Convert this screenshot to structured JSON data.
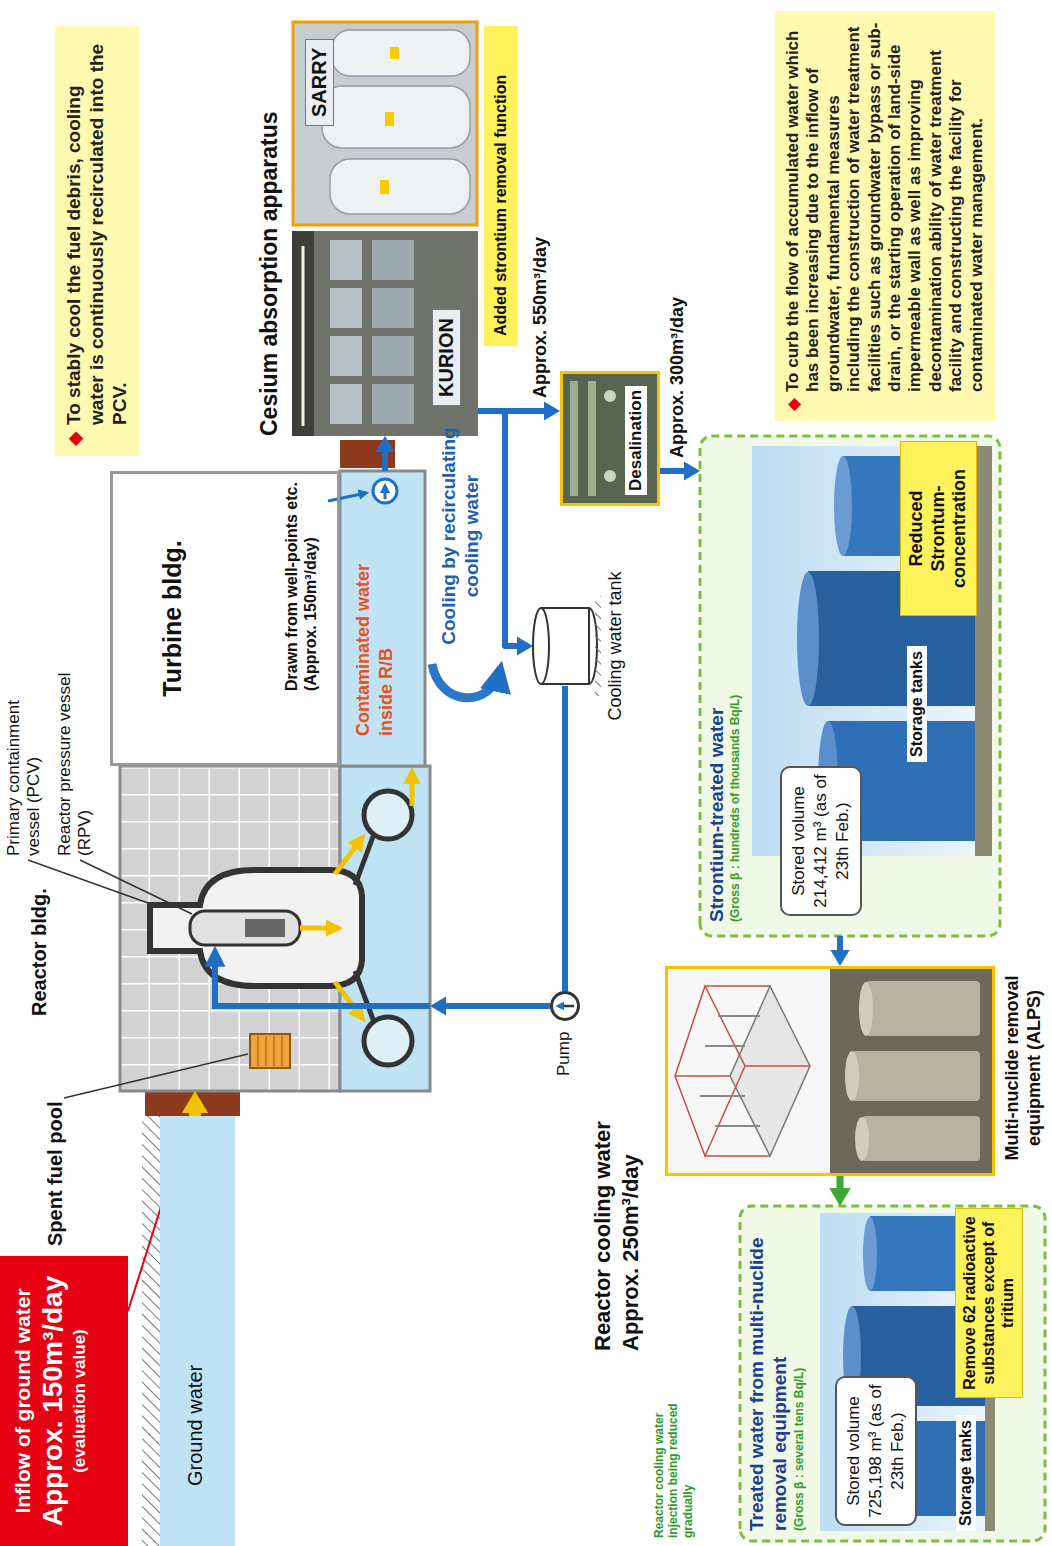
{
  "diagram": {
    "nodes": [
      {
        "text": [
          "Inflow of ground water",
          "Approx. 150m³/day",
          "(evaluation value)"
        ]
      },
      {
        "text": [
          "Reactor bldg."
        ]
      },
      {
        "text": [
          "Turbine bldg."
        ]
      },
      {
        "text": [
          "Contaminated water inside R/B"
        ]
      },
      {
        "text": [
          "Cesium absorption apparatus"
        ]
      },
      {
        "text": [
          "KURION"
        ],
        "in": 4
      },
      {
        "text": [
          "SARRY"
        ],
        "in": 4
      },
      {
        "text": [
          "Added strontium removal function"
        ]
      },
      {
        "text": [
          "Desalination"
        ]
      },
      {
        "text": [
          "Cooling water tank"
        ]
      },
      {
        "text": [
          "Strontium-treated water",
          "(Gross β : hundreds of thousands Bq/L)",
          "Storage tanks"
        ]
      },
      {
        "text": [
          "Stored volume 214,412 m³ (as of 23th Feb.)"
        ],
        "in": 10
      },
      {
        "text": [
          "Reduced Strontum-concentration"
        ],
        "in": 10
      },
      {
        "text": [
          "Multi-nuclide removal equipment (ALPS)"
        ]
      },
      {
        "text": [
          "Treated water from multi-nuclide removal equipment",
          "(Gross β : several tens Bq/L)",
          "Storage tanks"
        ]
      },
      {
        "text": [
          "Stored volume 725,198 m³ (as of 23th Feb.)"
        ],
        "in": 14
      },
      {
        "text": [
          "Remove 62 radioactive substances except of tritium"
        ],
        "in": 14
      },
      {
        "text": [
          "◆",
          "To stably cool the fuel debris, cooling water is continuously recirculated into the PCV."
        ]
      },
      {
        "text": [
          "◆",
          "To curb the flow of accumulated water which has been increasing due to the inflow of groundwater, fundamental measures including the construction of water treatment facilities such as groundwater bypass or sub-drain, or the starting operation of land-side impermeable wall as well as improving decontamination ability of water treatment facility and constructing the facility for contaminated water management."
        ]
      },
      {
        "text": [
          "Pump"
        ]
      },
      {
        "text": [
          "Ground water"
        ]
      }
    ],
    "edges": [
      {
        "from": 20,
        "to": 1,
        "arrow": "to"
      },
      {
        "from": 3,
        "to": 4,
        "arrow": "to"
      },
      {
        "from": 4,
        "to": 8,
        "label": "Approx. 550m³/day",
        "arrow": "to"
      },
      {
        "from": 4,
        "to": 9,
        "arrow": "to"
      },
      {
        "from": 8,
        "to": 10,
        "label": "Approx. 300m³/day",
        "arrow": "to"
      },
      {
        "from": 10,
        "to": 13,
        "arrow": "to"
      },
      {
        "from": 13,
        "to": 14,
        "arrow": "to"
      },
      {
        "from": 9,
        "to": 19,
        "arrow": "none"
      },
      {
        "from": 19,
        "to": 1,
        "arrow": "to"
      }
    ],
    "labels": [
      "Spent fuel pool",
      "Primary containment vessel (PCV)",
      "Reactor pressure vessel (RPV)",
      "Drawn from well-points etc. (Approx. 150m³/day)",
      "Cooling by recirculating cooling water",
      "Reactor cooling water",
      "Approx. 250m³/day",
      "Reactor cooling water injection being reduced gradually"
    ]
  }
}
